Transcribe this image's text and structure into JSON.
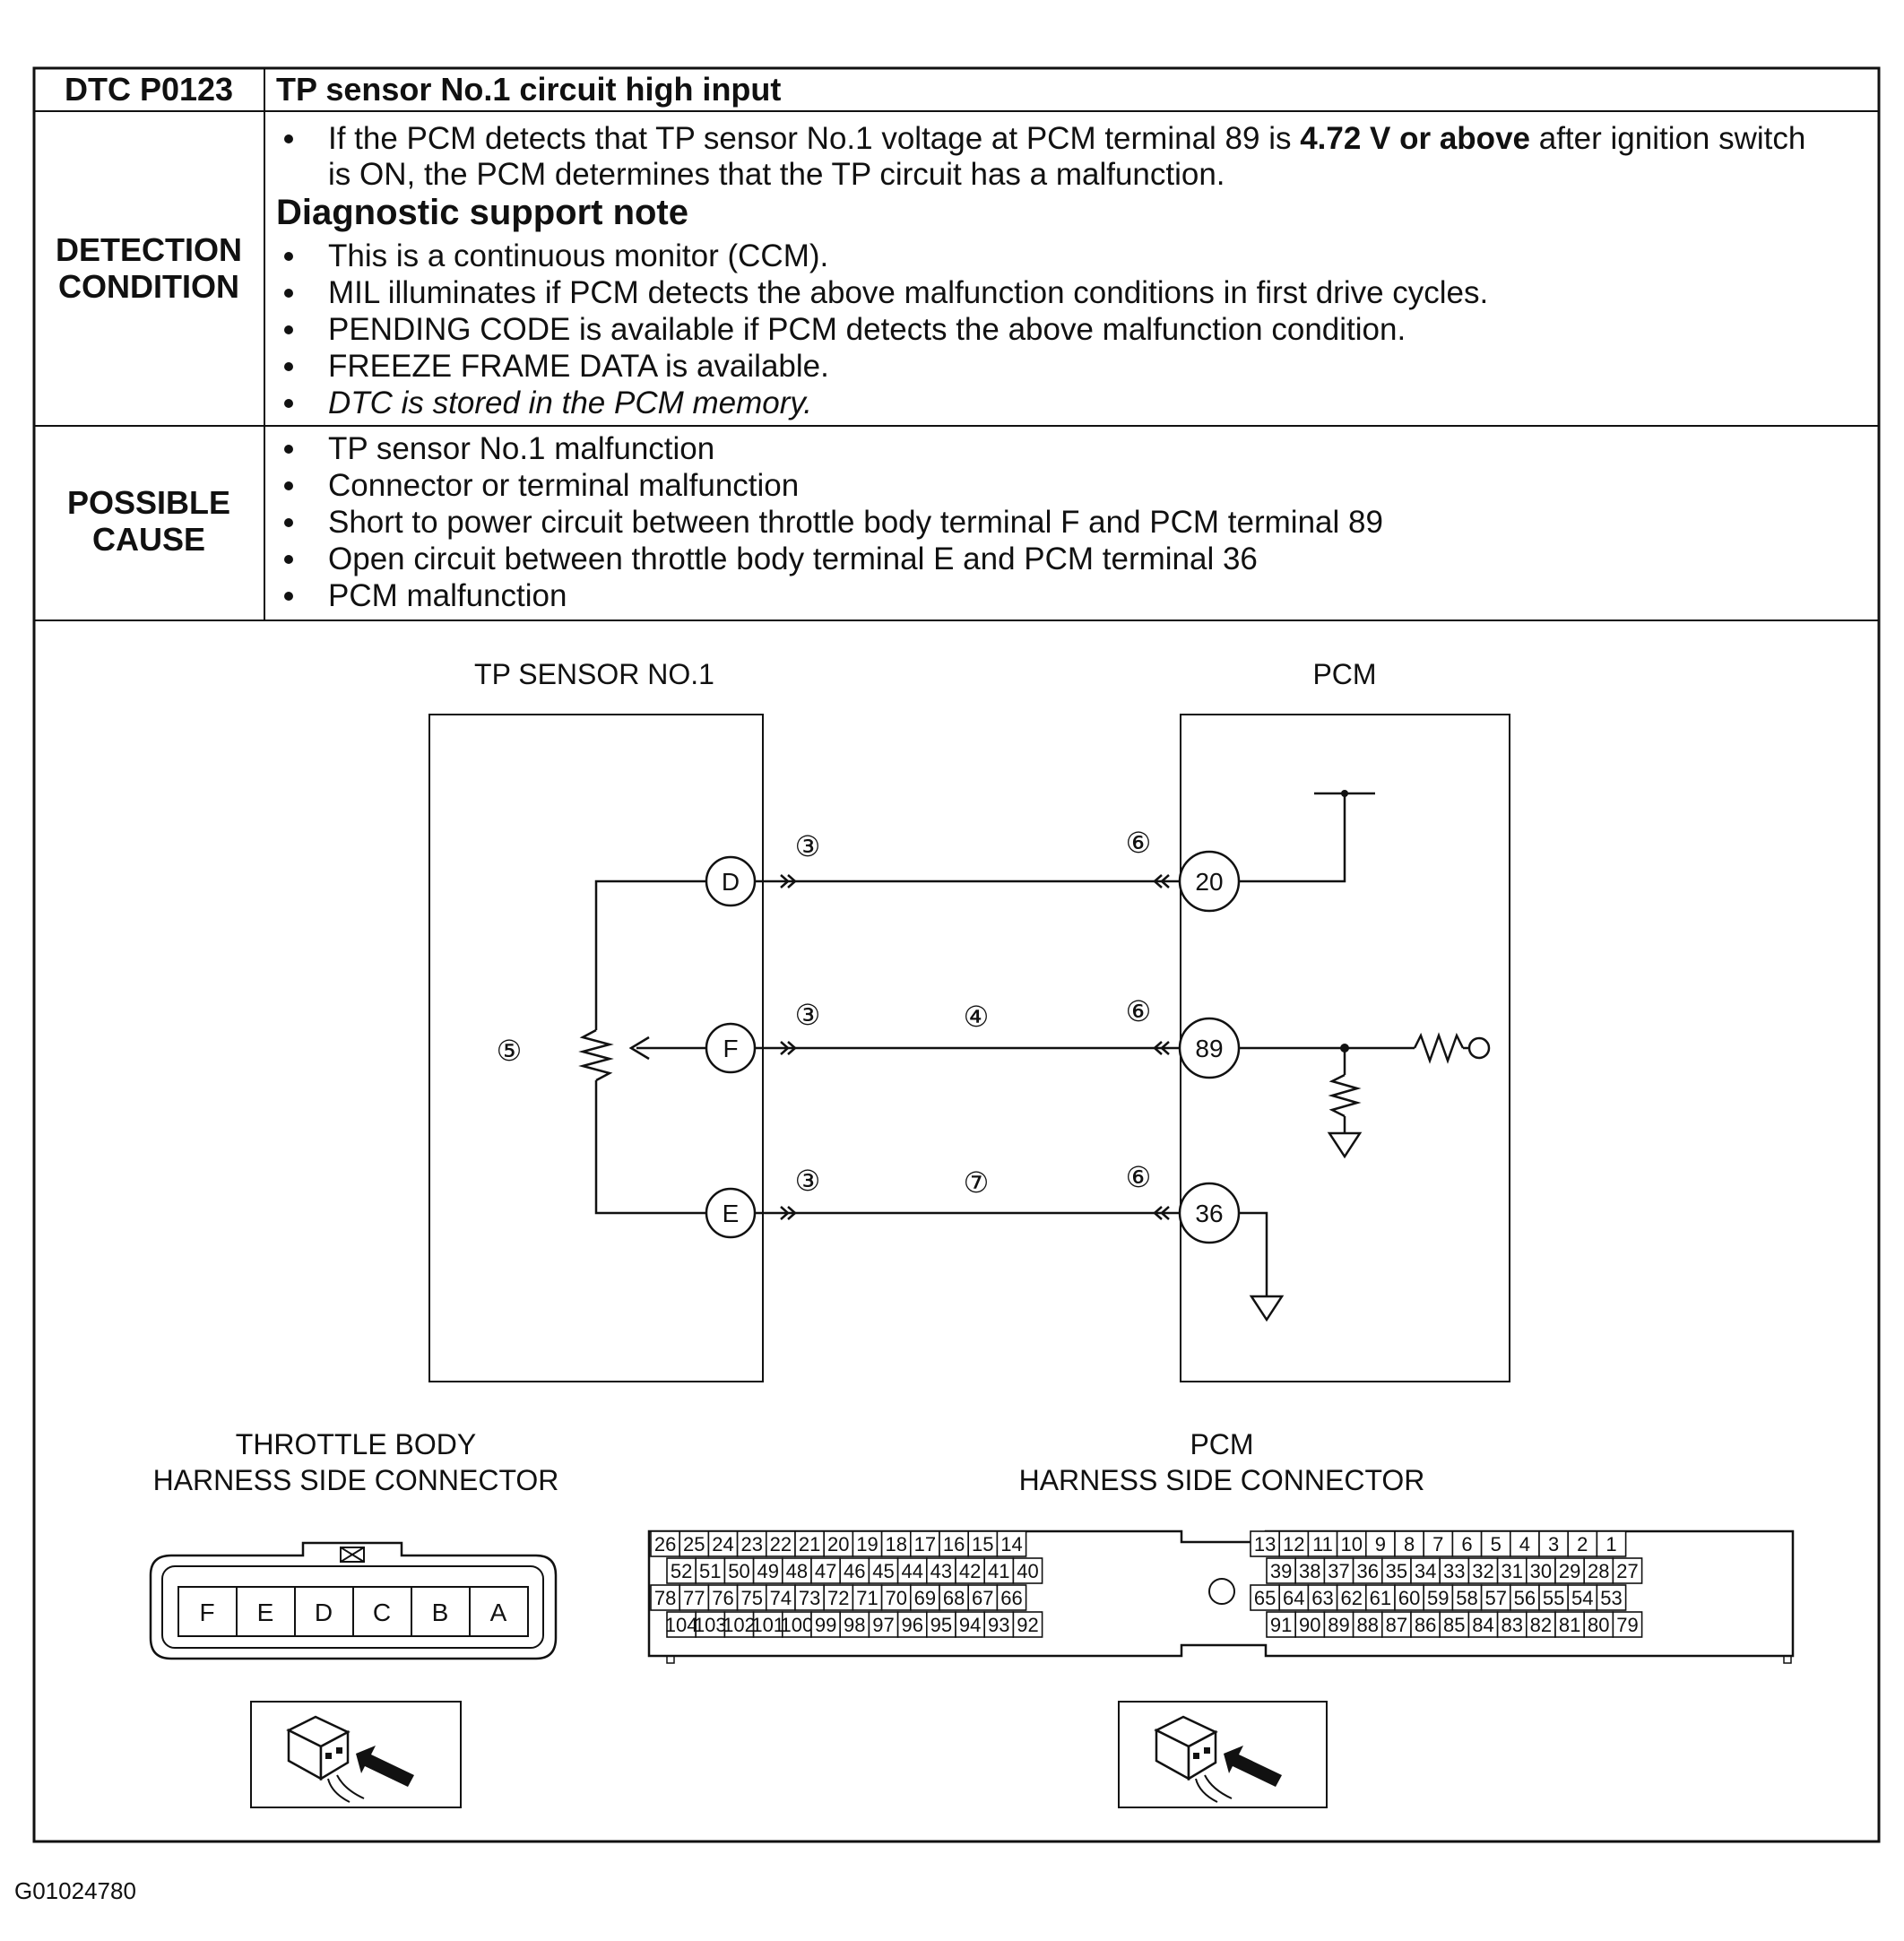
{
  "header": {
    "dtc_code": "DTC P0123",
    "dtc_title": "TP sensor No.1 circuit high input"
  },
  "detection": {
    "label_line1": "DETECTION",
    "label_line2": "CONDITION",
    "intro_pre": "If the PCM detects that TP sensor No.1 voltage at PCM terminal 89 is ",
    "intro_bold": "4.72 V or above",
    "intro_post": " after ignition switch",
    "intro_line2": "is ON, the PCM determines that the TP circuit has a malfunction.",
    "note_title": "Diagnostic support note",
    "notes": [
      "This is a continuous monitor (CCM).",
      "MIL illuminates if PCM detects the above malfunction conditions in first drive cycles.",
      "PENDING CODE is available if PCM detects the above malfunction condition.",
      "FREEZE FRAME DATA is available.",
      "DTC is stored in the PCM memory."
    ]
  },
  "possible": {
    "label_line1": "POSSIBLE",
    "label_line2": "CAUSE",
    "items": [
      "TP sensor No.1 malfunction",
      "Connector or terminal malfunction",
      "Short to power circuit between throttle body terminal F and PCM terminal 89",
      "Open circuit between throttle body terminal E and PCM terminal 36",
      "PCM malfunction"
    ]
  },
  "diagram": {
    "sensor_title": "TP SENSOR NO.1",
    "pcm_title": "PCM",
    "sensor_pins": [
      "D",
      "F",
      "E"
    ],
    "pcm_pins": [
      "20",
      "89",
      "36"
    ],
    "callouts": {
      "c3": "③",
      "c4": "④",
      "c5": "⑤",
      "c6": "⑥",
      "c7": "⑦"
    }
  },
  "throttle_connector": {
    "title_line1": "THROTTLE BODY",
    "title_line2": "HARNESS SIDE CONNECTOR",
    "pins": [
      "F",
      "E",
      "D",
      "C",
      "B",
      "A"
    ]
  },
  "pcm_connector": {
    "title_line1": "PCM",
    "title_line2": "HARNESS SIDE CONNECTOR",
    "left_rows": [
      [
        "26",
        "25",
        "24",
        "23",
        "22",
        "21",
        "20",
        "19",
        "18",
        "17",
        "16",
        "15",
        "14"
      ],
      [
        "52",
        "51",
        "50",
        "49",
        "48",
        "47",
        "46",
        "45",
        "44",
        "43",
        "42",
        "41",
        "40"
      ],
      [
        "78",
        "77",
        "76",
        "75",
        "74",
        "73",
        "72",
        "71",
        "70",
        "69",
        "68",
        "67",
        "66"
      ],
      [
        "104",
        "103",
        "102",
        "101",
        "100",
        "99",
        "98",
        "97",
        "96",
        "95",
        "94",
        "93",
        "92"
      ]
    ],
    "right_rows": [
      [
        "13",
        "12",
        "11",
        "10",
        "9",
        "8",
        "7",
        "6",
        "5",
        "4",
        "3",
        "2",
        "1"
      ],
      [
        "39",
        "38",
        "37",
        "36",
        "35",
        "34",
        "33",
        "32",
        "31",
        "30",
        "29",
        "28",
        "27"
      ],
      [
        "65",
        "64",
        "63",
        "62",
        "61",
        "60",
        "59",
        "58",
        "57",
        "56",
        "55",
        "54",
        "53"
      ],
      [
        "91",
        "90",
        "89",
        "88",
        "87",
        "86",
        "85",
        "84",
        "83",
        "82",
        "81",
        "80",
        "79"
      ]
    ]
  },
  "footer": {
    "figure_code": "G01024780"
  }
}
